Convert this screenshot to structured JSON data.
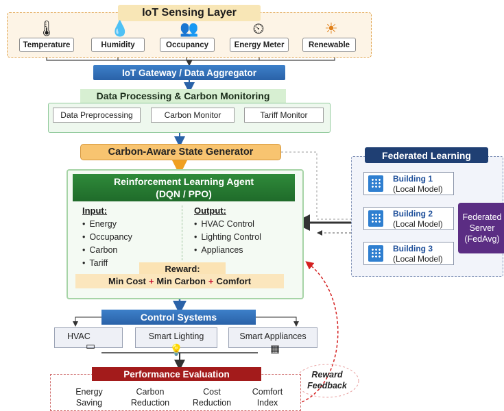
{
  "iot": {
    "title": "IoT Sensing Layer",
    "sensors": [
      "Temperature",
      "Humidity",
      "Occupancy",
      "Energy Meter",
      "Renewable"
    ],
    "icons": [
      "thermometer-icon",
      "water-drop-icon",
      "people-icon",
      "energy-meter-icon",
      "renewable-icon"
    ]
  },
  "gateway": {
    "label": "IoT Gateway / Data Aggregator"
  },
  "processing": {
    "title": "Data Processing & Carbon Monitoring",
    "boxes": [
      "Data Preprocessing",
      "Carbon Monitor",
      "Tariff Monitor"
    ]
  },
  "state_generator": {
    "label": "Carbon-Aware State Generator"
  },
  "agent": {
    "title_line1": "Reinforcement Learning Agent",
    "title_line2": "(DQN / PPO)",
    "input_label": "Input:",
    "inputs": [
      "Energy",
      "Occupancy",
      "Carbon",
      "Tariff"
    ],
    "output_label": "Output:",
    "outputs": [
      "HVAC Control",
      "Lighting Control",
      "Appliances"
    ],
    "reward_label": "Reward:",
    "reward_terms": [
      "Min Cost",
      "Min Carbon",
      "Comfort"
    ],
    "plus": "+"
  },
  "federated": {
    "title": "Federated Learning",
    "buildings": [
      {
        "name": "Building 1",
        "model": "(Local Model)"
      },
      {
        "name": "Building 2",
        "model": "(Local Model)"
      },
      {
        "name": "Building 3",
        "model": "(Local Model)"
      }
    ],
    "server_line1": "Federated",
    "server_line2": "Server",
    "server_line3": "(FedAvg)"
  },
  "control": {
    "title": "Control Systems",
    "devices": [
      "HVAC",
      "Smart Lighting",
      "Smart Appliances"
    ]
  },
  "performance": {
    "title": "Performance Evaluation",
    "metrics": [
      {
        "line1": "Energy",
        "line2": "Saving"
      },
      {
        "line1": "Carbon",
        "line2": "Reduction"
      },
      {
        "line1": "Cost",
        "line2": "Reduction"
      },
      {
        "line1": "Comfort",
        "line2": "Index"
      }
    ]
  },
  "feedback": {
    "line1": "Reward",
    "line2": "Feedback"
  },
  "colors": {
    "gateway_blue": "#2a62a8",
    "agent_green": "#1f6b2a",
    "state_orange": "#f8c470",
    "fed_navy": "#1f3f73",
    "server_purple": "#5b2d83",
    "perf_red": "#a31b1b",
    "feedback_red": "#d42020"
  }
}
